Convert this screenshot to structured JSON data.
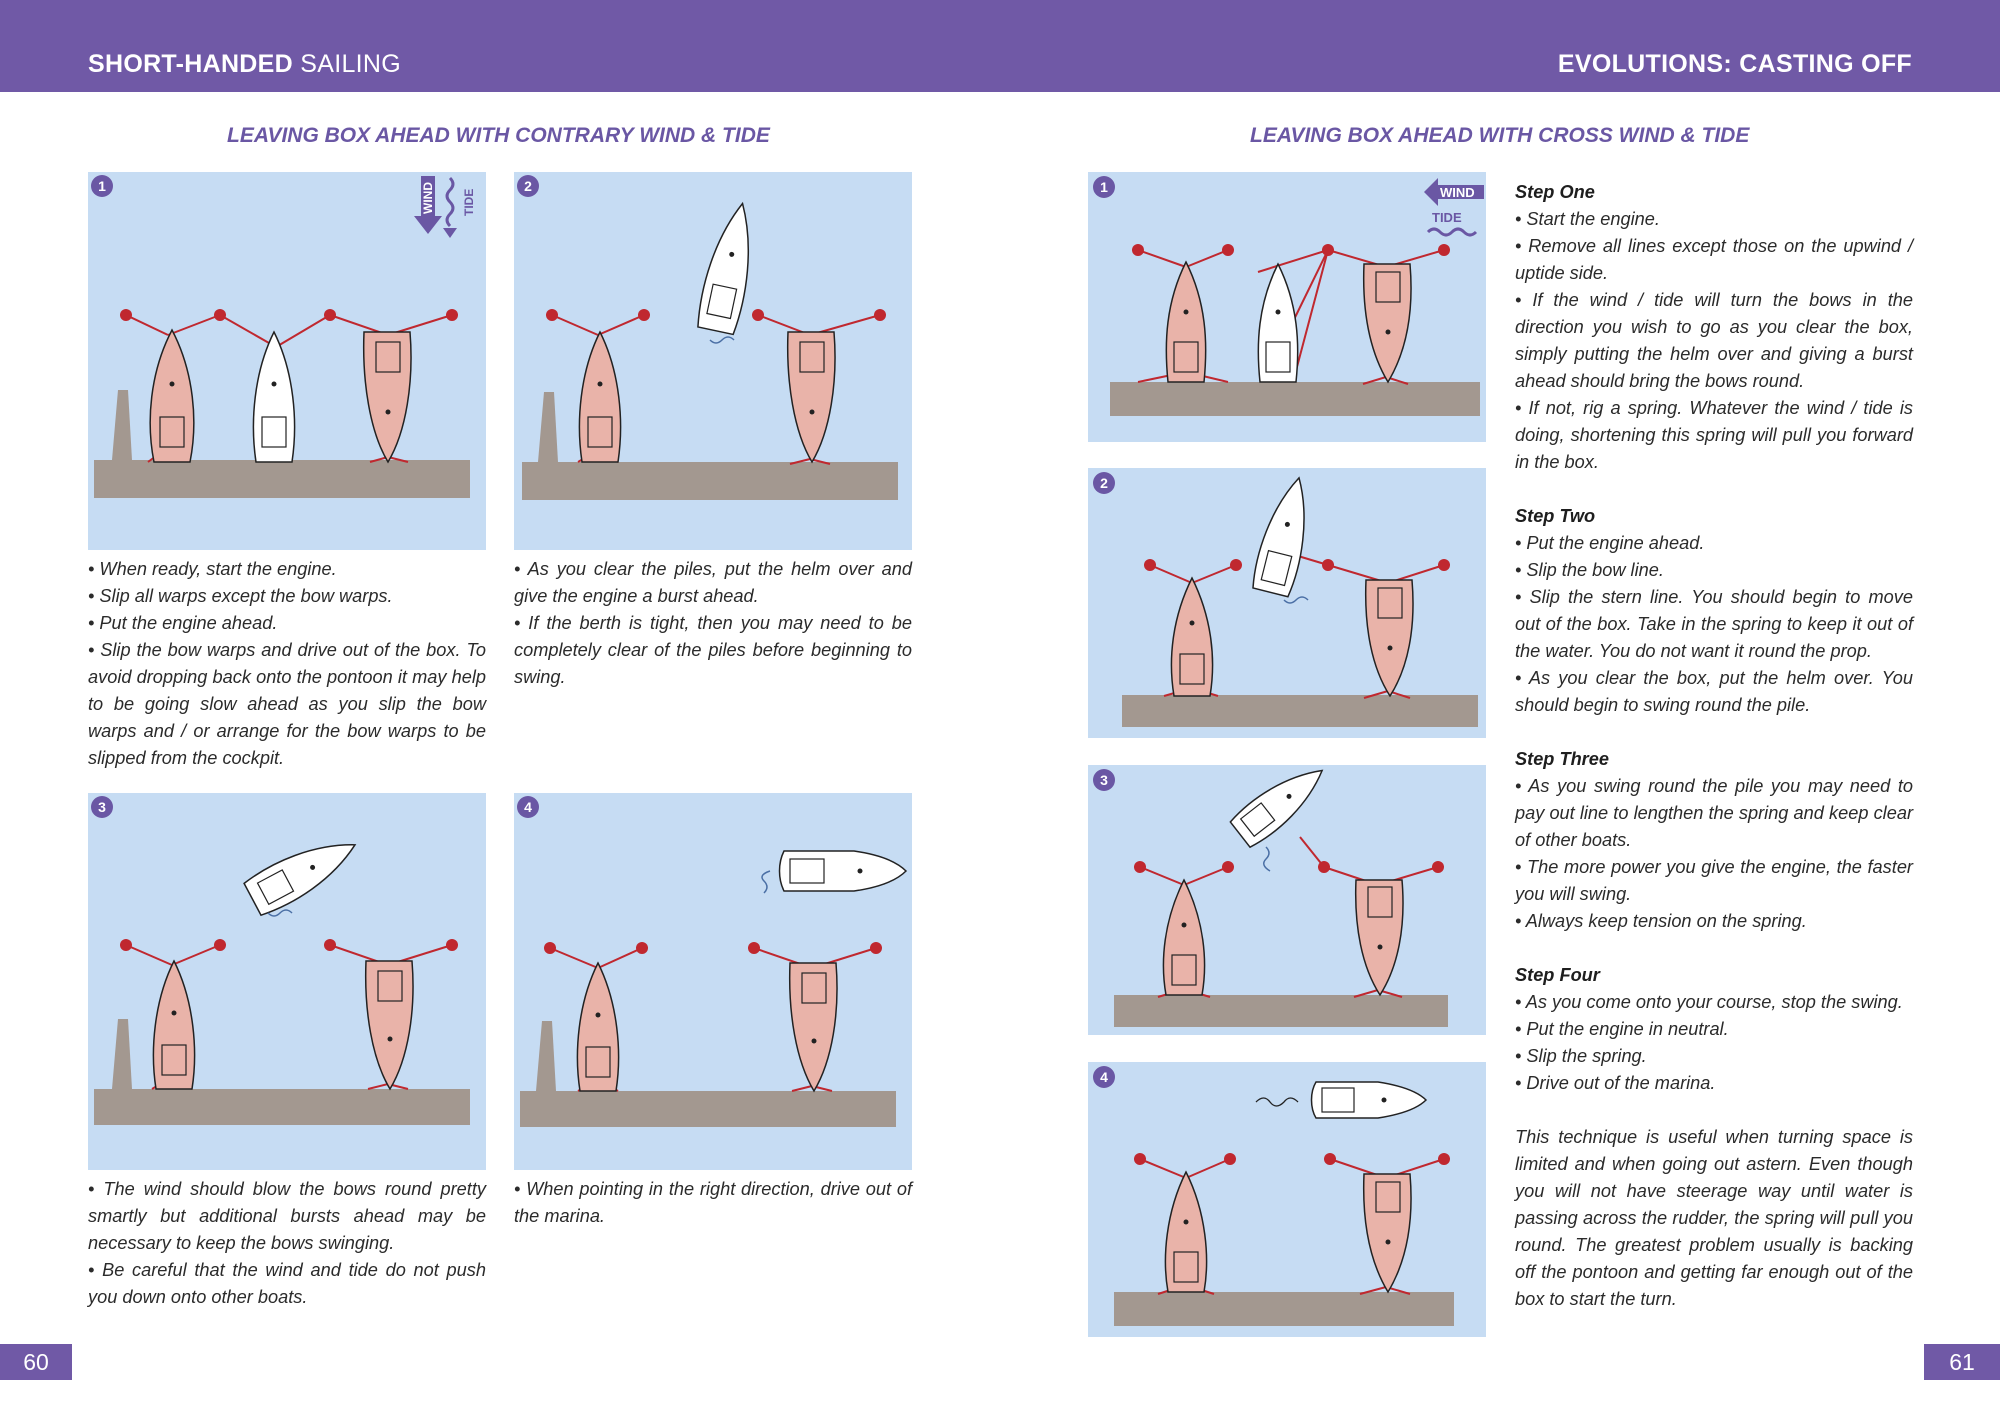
{
  "header": {
    "left_bold": "SHORT-HANDED",
    "left_light": " SAILING",
    "right": "EVOLUTIONS: CASTING OFF",
    "color": "#7059a6"
  },
  "left_page": {
    "title": "LEAVING BOX AHEAD WITH CONTRARY WIND & TIDE",
    "panels": [
      {
        "number": "1",
        "wind_label": "WIND",
        "tide_label": "TIDE"
      },
      {
        "number": "2"
      },
      {
        "number": "3"
      },
      {
        "number": "4"
      }
    ],
    "captions": {
      "p1": [
        "•  When ready, start the engine.",
        "•  Slip all warps except the bow warps.",
        "•  Put the engine ahead.",
        "•  Slip the bow warps and drive out of the box. To avoid dropping back onto the pontoon it may help to be going slow ahead as you slip the bow warps and / or arrange for the bow warps to be slipped from the cockpit."
      ],
      "p2": [
        "•  As you clear the piles, put the helm over and give the engine a burst ahead.",
        "•  If the berth is tight, then you may need to be completely clear of the piles before beginning to swing."
      ],
      "p3": [
        "•  The wind should blow the bows round pretty smartly but additional bursts ahead may be necessary to keep the bows swinging.",
        "•  Be careful that the wind and tide do not push you down onto other boats."
      ],
      "p4": [
        "•  When pointing in the right direction, drive out of the marina."
      ]
    },
    "page_number": "60"
  },
  "right_page": {
    "title": "LEAVING BOX AHEAD WITH CROSS WIND & TIDE",
    "panels": [
      {
        "number": "1",
        "wind_label": "WIND",
        "tide_label": "TIDE"
      },
      {
        "number": "2"
      },
      {
        "number": "3"
      },
      {
        "number": "4"
      }
    ],
    "steps": [
      {
        "heading": "Step One",
        "bullets": [
          "•  Start the engine.",
          "•  Remove all lines except those on the upwind / uptide side.",
          "•  If the wind / tide will turn the bows in the direction you wish to go as you clear the box, simply putting the helm over and giving a burst ahead should bring the bows round.",
          "•  If not, rig a spring. Whatever the wind / tide is doing, shortening this spring will pull you forward in the box."
        ]
      },
      {
        "heading": "Step Two",
        "bullets": [
          "•  Put the engine ahead.",
          "•  Slip the bow line.",
          "•  Slip the stern line. You should begin to move out of the box. Take in the spring to keep it out of the water. You do not want it round the prop.",
          "•  As you clear the box, put the helm over. You should begin to swing round the pile."
        ]
      },
      {
        "heading": "Step Three",
        "bullets": [
          "•  As you swing round the pile you may need to pay out line to lengthen the spring and keep clear of other boats.",
          "•  The more power you give the engine, the faster you will swing.",
          "•  Always keep tension on the spring."
        ]
      },
      {
        "heading": "Step Four",
        "bullets": [
          "•  As you come onto your course, stop the swing.",
          "•  Put the engine in neutral.",
          "•  Slip the spring.",
          "•  Drive out of the marina."
        ]
      }
    ],
    "closing": "This technique is useful when turning space is limited and when going out astern. Even though you will not have steerage way until water is passing across the rudder, the spring will pull you round. The greatest problem usually is backing off the pontoon and getting far enough out of the box to start the turn.",
    "page_number": "61"
  },
  "colors": {
    "water": "#c6dcf3",
    "pontoon": "#a39890",
    "hull_pink": "#e9b3a9",
    "warp_red": "#c0282f",
    "accent_purple": "#7059a6"
  }
}
